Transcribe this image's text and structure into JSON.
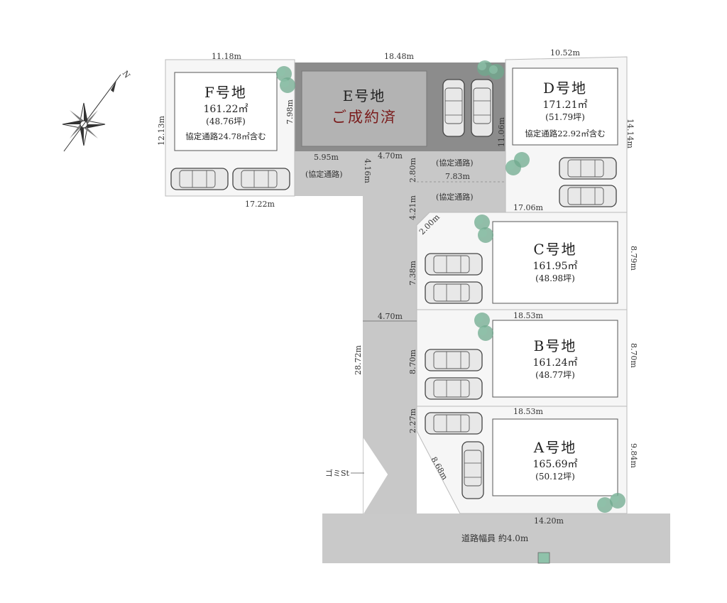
{
  "lots": {
    "F": {
      "title": "F号地",
      "area": "161.22㎡",
      "tsubo": "(48.76坪)",
      "note": "協定通路24.78㎡含む"
    },
    "E": {
      "title": "E号地",
      "status": "ご成約済"
    },
    "D": {
      "title": "D号地",
      "area": "171.21㎡",
      "tsubo": "(51.79坪)",
      "note": "協定通路22.92㎡含む"
    },
    "C": {
      "title": "C号地",
      "area": "161.95㎡",
      "tsubo": "(48.98坪)"
    },
    "B": {
      "title": "B号地",
      "area": "161.24㎡",
      "tsubo": "(48.77坪)"
    },
    "A": {
      "title": "A号地",
      "area": "165.69㎡",
      "tsubo": "(50.12坪)"
    }
  },
  "passage_label": "(協定通路)",
  "road_label": "道路幅員 約4.0m",
  "garbage_label": "ゴミSt",
  "north_label": "N",
  "dims": {
    "f_top": "11.18m",
    "e_top": "18.48m",
    "d_top": "10.52m",
    "f_left": "12.13m",
    "f_right": "7.98m",
    "f_bottom": "17.22m",
    "f_passage": "5.95m",
    "drive_top": "4.70m",
    "drive_left_top": "4.16m",
    "passage_mid_v": "2.80m",
    "passage_mid_h": "7.83m",
    "passage_low_v": "4.21m",
    "e_right": "11.06m",
    "d_right": "14.14m",
    "d_bottom": "17.06m",
    "c_corner": "2.00m",
    "c_left": "7.38m",
    "c_right": "8.79m",
    "drive_mid": "4.70m",
    "b_top": "18.53m",
    "b_left": "8.70m",
    "b_right": "8.70m",
    "drive_left": "28.72m",
    "a_top": "18.53m",
    "a_left_top": "2.27m",
    "a_diag": "8.68m",
    "a_right": "9.84m",
    "a_bottom": "14.20m"
  },
  "colors": {
    "shared_gray": "#c8c8c8",
    "sold_gray": "#8c8c8c",
    "road_gray": "#c9c9c9",
    "tree_green": "#6fa98e",
    "sold_text": "#7a1c1c"
  }
}
